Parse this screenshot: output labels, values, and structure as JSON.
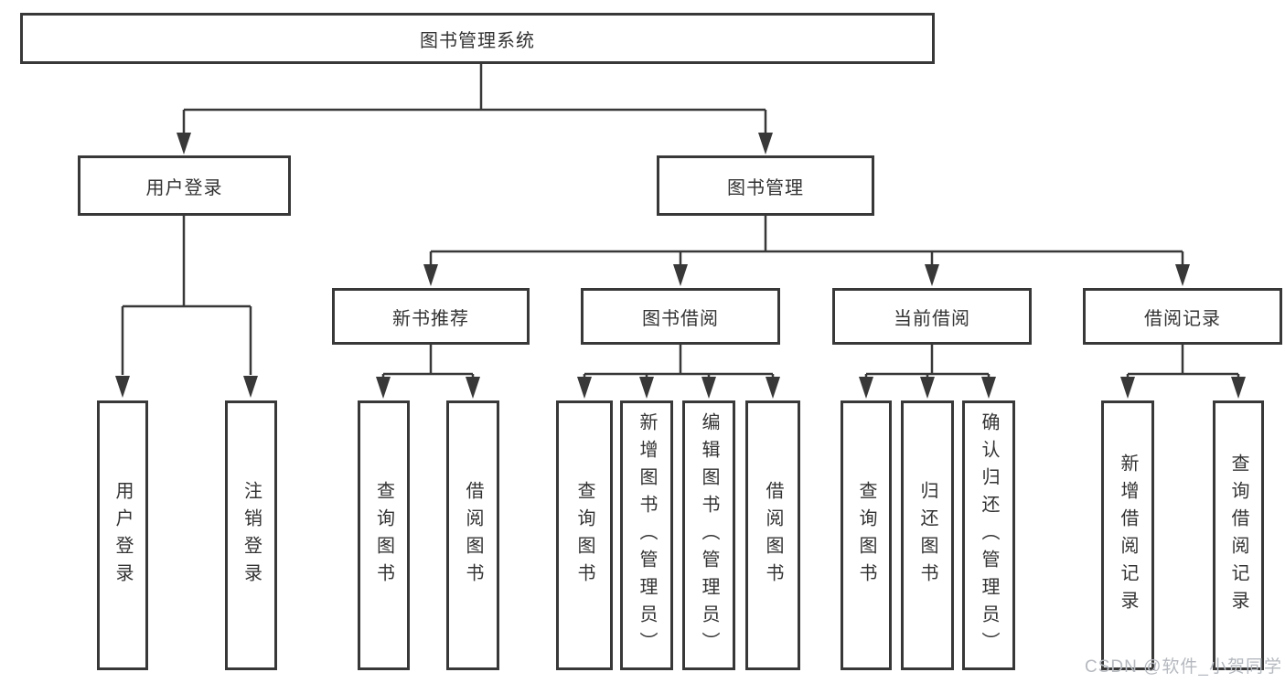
{
  "diagram": {
    "root": {
      "label": "图书管理系统",
      "children": [
        {
          "label": "用户登录",
          "children": [
            {
              "label": "用户登录"
            },
            {
              "label": "注销登录"
            }
          ]
        },
        {
          "label": "图书管理",
          "children": [
            {
              "label": "新书推荐",
              "children": [
                {
                  "label": "查询图书"
                },
                {
                  "label": "借阅图书"
                }
              ]
            },
            {
              "label": "图书借阅",
              "children": [
                {
                  "label": "查询图书"
                },
                {
                  "label": "新增图书（管理员）"
                },
                {
                  "label": "编辑图书（管理员）"
                },
                {
                  "label": "借阅图书"
                }
              ]
            },
            {
              "label": "当前借阅",
              "children": [
                {
                  "label": "查询图书"
                },
                {
                  "label": "归还图书"
                },
                {
                  "label": "确认归还（管理员）"
                }
              ]
            },
            {
              "label": "借阅记录",
              "children": [
                {
                  "label": "新增借阅记录"
                },
                {
                  "label": "查询借阅记录"
                }
              ]
            }
          ]
        }
      ]
    }
  },
  "watermark": {
    "text": "CSDN @软件_小贺同学"
  },
  "colors": {
    "line": "#383838",
    "text": "#333333",
    "watermark": "#b5b9bf",
    "background": "#ffffff"
  }
}
